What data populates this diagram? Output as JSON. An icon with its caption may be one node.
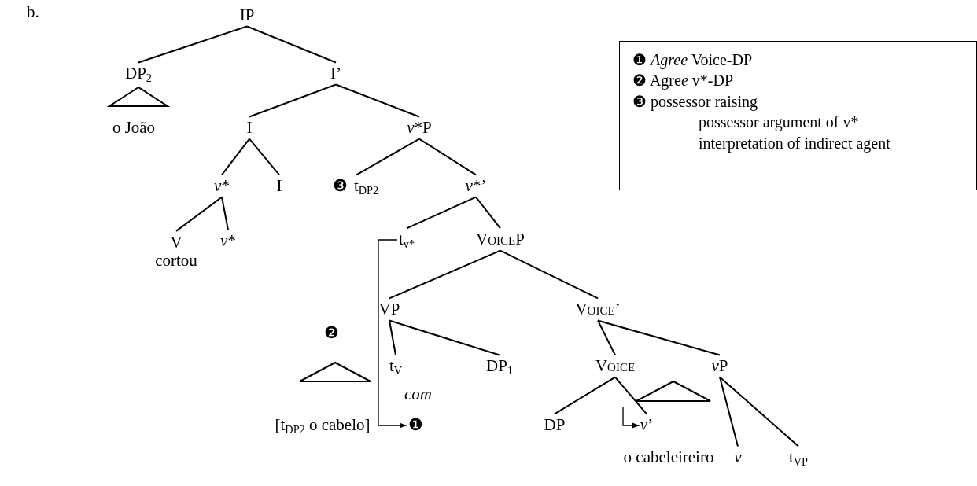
{
  "diagram": {
    "nodes": [
      {
        "text": [
          "IP"
        ]
      },
      {
        "text": [
          "DP$_{2}$"
        ]
      },
      {
        "text": [
          "I’"
        ]
      },
      {
        "text": [
          "o João"
        ]
      },
      {
        "text": [
          "I"
        ]
      },
      {
        "text": [
          "v*P"
        ]
      },
      {
        "text": [
          "v*"
        ]
      },
      {
        "text": [
          "I"
        ]
      },
      {
        "text": [
          "t$_{DP2}$"
        ],
        "beside": [
          "❸"
        ]
      },
      {
        "text": [
          "v*’"
        ]
      },
      {
        "text": [
          "V",
          "cortou"
        ]
      },
      {
        "text": [
          "v*"
        ]
      },
      {
        "text": [
          "t$_{v*}$"
        ]
      },
      {
        "text": [
          "VoiceP"
        ]
      },
      {
        "text": [
          "VP"
        ]
      },
      {
        "text": [
          "Voice’"
        ]
      },
      {
        "text": [
          "t$_{V}$"
        ]
      },
      {
        "text": [
          "DP$_{1}$"
        ]
      },
      {
        "text": [
          "Voice"
        ]
      },
      {
        "text": [
          "vP"
        ]
      },
      {
        "text": [
          "[t$_{DP2}$ o cabelo]"
        ]
      },
      {
        "text": [
          "❶"
        ]
      },
      {
        "text": [
          "DP"
        ]
      },
      {
        "text": [
          "v’"
        ]
      },
      {
        "text": [
          "o cabeleireiro"
        ]
      },
      {
        "text": [
          "v"
        ]
      },
      {
        "text": [
          "t$_{VP}$"
        ]
      },
      {
        "text": [
          "❶ *Agree* Voice-DP",
          "❷ Agree v*-DP",
          "❸ possessor raising",
          "possessor argument of v*",
          "interpretation of indirect agent"
        ]
      },
      {
        "text": [],
        "shape": "triangle"
      },
      {
        "text": [],
        "shape": "triangle"
      },
      {
        "text": [],
        "shape": "triangle"
      }
    ],
    "edges": [
      {
        "from": 0,
        "to": 1,
        "arrow": "none"
      },
      {
        "from": 0,
        "to": 2,
        "arrow": "none"
      },
      {
        "from": 2,
        "to": 4,
        "arrow": "none"
      },
      {
        "from": 2,
        "to": 5,
        "arrow": "none"
      },
      {
        "from": 4,
        "to": 6,
        "arrow": "none"
      },
      {
        "from": 4,
        "to": 7,
        "arrow": "none"
      },
      {
        "from": 5,
        "to": 8,
        "arrow": "none"
      },
      {
        "from": 5,
        "to": 9,
        "arrow": "none"
      },
      {
        "from": 6,
        "to": 10,
        "arrow": "none"
      },
      {
        "from": 6,
        "to": 11,
        "arrow": "none"
      },
      {
        "from": 9,
        "to": 12,
        "arrow": "none"
      },
      {
        "from": 9,
        "to": 13,
        "arrow": "none"
      },
      {
        "from": 13,
        "to": 14,
        "arrow": "none"
      },
      {
        "from": 13,
        "to": 15,
        "arrow": "none"
      },
      {
        "from": 14,
        "to": 16,
        "arrow": "none"
      },
      {
        "from": 14,
        "to": 17,
        "arrow": "none"
      },
      {
        "from": 15,
        "to": 18,
        "arrow": "none"
      },
      {
        "from": 15,
        "to": 19,
        "arrow": "none"
      },
      {
        "from": 18,
        "to": 22,
        "arrow": "none"
      },
      {
        "from": 18,
        "to": 23,
        "arrow": "none"
      },
      {
        "from": 19,
        "to": 25,
        "arrow": "none"
      },
      {
        "from": 19,
        "to": 26,
        "arrow": "none"
      },
      {
        "from": 12,
        "to": 21,
        "arrow": "to"
      },
      {
        "from": null,
        "to": 23,
        "arrow": "to"
      }
    ],
    "labels": [
      "b.",
      "❷",
      "*com*"
    ]
  }
}
